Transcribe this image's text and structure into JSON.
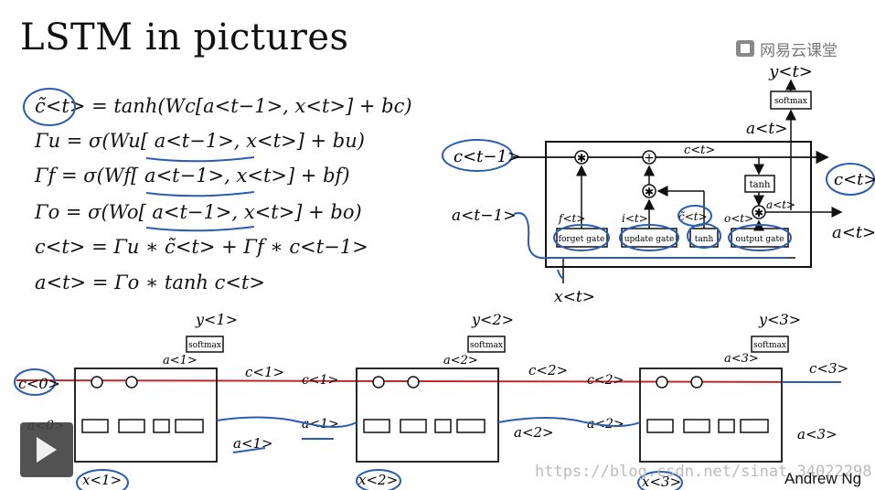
{
  "slide": {
    "title": "LSTM in pictures",
    "logo_text": "网易云课堂",
    "author": "Andrew Ng",
    "watermark": "https://blog.csdn.net/sinat_34022298",
    "equations": [
      "c̃<t> = tanh(Wc[a<t−1>, x<t>] + bc)",
      "Γu = σ(Wu[ a<t−1>, x<t>] + bu)",
      "Γf = σ(Wf[ a<t−1>, x<t>] + bf)",
      "Γo = σ(Wo[ a<t−1>, x<t>] + bo)",
      "c<t> =  Γu ∗ c̃<t> + Γf ∗ c<t−1>",
      "a<t> = Γo ∗ tanh c<t>"
    ]
  },
  "cell": {
    "softmax": "softmax",
    "y_label": "y<t>",
    "a_out_top": "a<t>",
    "c_in": "c<t−1>",
    "c_out": "c<t>",
    "c_line": "c<t>",
    "a_in": "a<t−1>",
    "a_out": "a<t>",
    "x_in": "x<t>",
    "a_side": "a<t>",
    "tanh": "tanh",
    "gates": [
      {
        "name": "forget gate",
        "symbol": "f<t>"
      },
      {
        "name": "update gate",
        "symbol": "i<t>"
      },
      {
        "name": "tanh",
        "symbol": "c̃<t>"
      },
      {
        "name": "output gate",
        "symbol": "o<t>"
      }
    ]
  },
  "chain": {
    "c0": "c<0>",
    "a0": "a<0>",
    "cells": [
      {
        "y": "y<1>",
        "a_top": "a<1>",
        "c_out": "c<1>",
        "c_mid": "c<1>",
        "a_out": "a<1>",
        "a_mid": "a<1>",
        "x": "x<1>"
      },
      {
        "y": "y<2>",
        "a_top": "a<2>",
        "c_out": "c<2>",
        "c_mid": "c<2>",
        "a_out": "a<2>",
        "a_mid": "a<2>",
        "x": "x<2>"
      },
      {
        "y": "y<3>",
        "a_top": "a<3>",
        "c_out": "c<3>",
        "c_mid": "",
        "a_out": "a<3>",
        "a_mid": "",
        "x": "x<3>"
      }
    ],
    "softmax": "softmax"
  },
  "colors": {
    "annotation_blue": "#2a5db0",
    "annotation_red": "#c0282d",
    "ink": "#111111"
  },
  "icons": [
    "play-icon",
    "logo-icon"
  ]
}
